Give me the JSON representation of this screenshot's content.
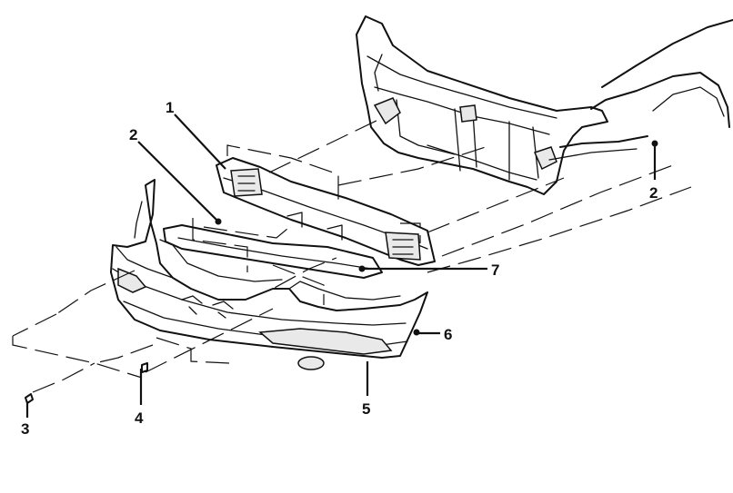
{
  "callouts": [
    {
      "id": "bumper-reinforcement",
      "label": "1"
    },
    {
      "id": "retainer-left",
      "label": "2"
    },
    {
      "id": "retainer-right",
      "label": "2"
    },
    {
      "id": "screw",
      "label": "3"
    },
    {
      "id": "bolt",
      "label": "4"
    },
    {
      "id": "bumper-fascia",
      "label": "5"
    },
    {
      "id": "nut",
      "label": "6"
    },
    {
      "id": "energy-absorber",
      "label": "7"
    }
  ]
}
